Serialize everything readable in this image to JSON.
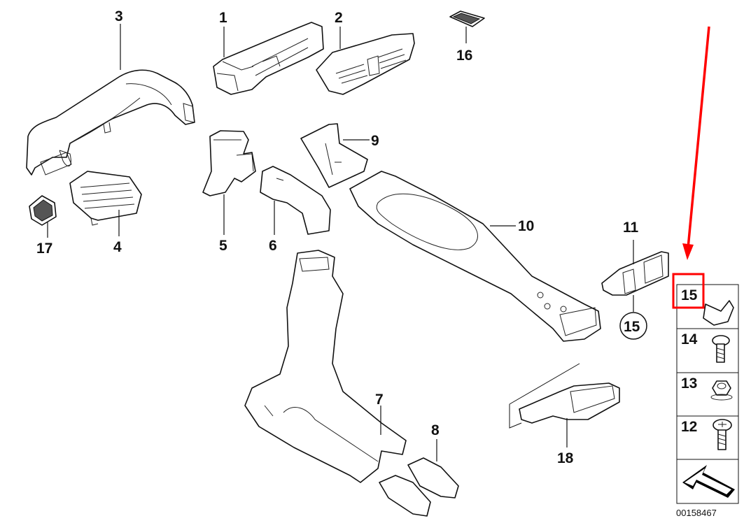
{
  "diagram": {
    "callouts": [
      {
        "id": "1",
        "label": "1"
      },
      {
        "id": "2",
        "label": "2"
      },
      {
        "id": "3",
        "label": "3"
      },
      {
        "id": "4",
        "label": "4"
      },
      {
        "id": "5",
        "label": "5"
      },
      {
        "id": "6",
        "label": "6"
      },
      {
        "id": "7",
        "label": "7"
      },
      {
        "id": "8",
        "label": "8"
      },
      {
        "id": "9",
        "label": "9"
      },
      {
        "id": "10",
        "label": "10"
      },
      {
        "id": "11",
        "label": "11"
      },
      {
        "id": "15c",
        "label": "15"
      },
      {
        "id": "16",
        "label": "16"
      },
      {
        "id": "17",
        "label": "17"
      },
      {
        "id": "18",
        "label": "18"
      }
    ],
    "legend": [
      {
        "label": "15",
        "part": "clip"
      },
      {
        "label": "14",
        "part": "screw"
      },
      {
        "label": "13",
        "part": "hex-nut"
      },
      {
        "label": "12",
        "part": "phillips-screw"
      }
    ],
    "diagram_code": "00158467",
    "highlight_color": "#ff0000",
    "highlighted_item": "15"
  }
}
